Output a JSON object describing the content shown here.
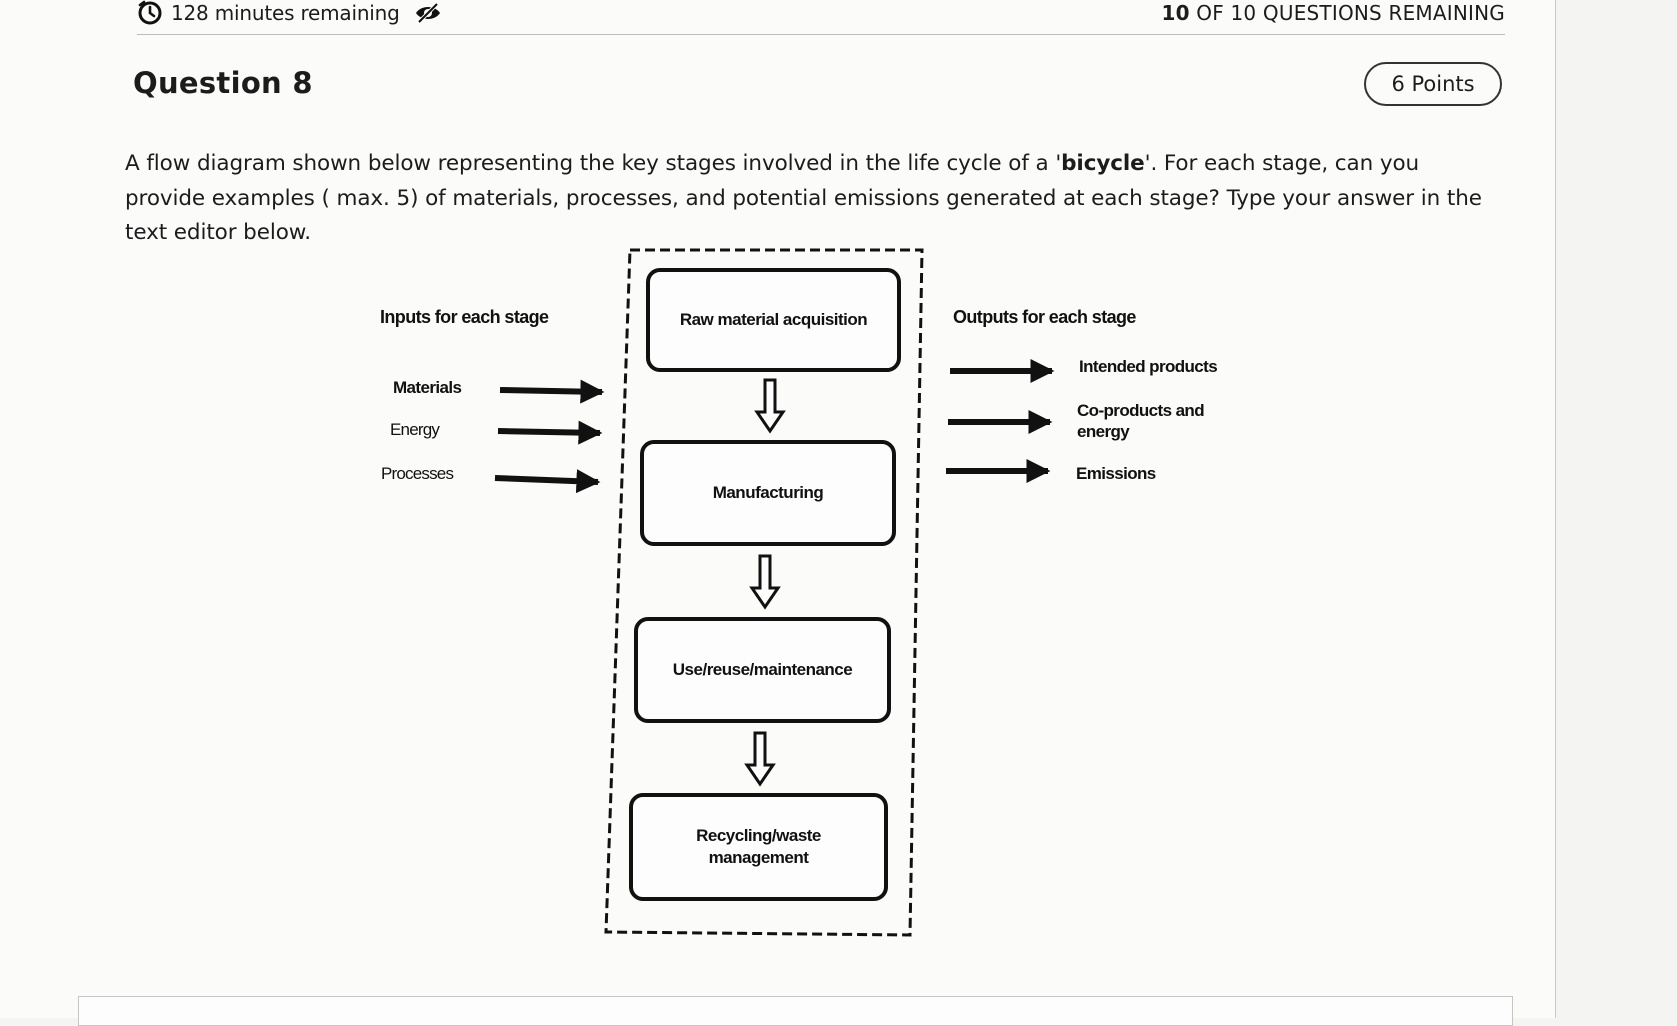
{
  "header": {
    "timer_text": "128 minutes remaining",
    "timer_icon": "timer-icon",
    "hide_icon": "eye-slash-icon",
    "remaining_current": "10",
    "remaining_rest": " OF 10 QUESTIONS REMAINING"
  },
  "question": {
    "title": "Question 8",
    "points": "6 Points",
    "prompt_part1": "A flow diagram shown below representing the key stages involved in the life cycle of a '",
    "prompt_bold": "bicycle",
    "prompt_part2": "'. For each stage, can you provide examples ( max. 5) of materials, processes, and potential emissions generated at each stage? Type your answer in the text editor below."
  },
  "diagram": {
    "inputs_heading": "Inputs for each stage",
    "inputs": [
      "Materials",
      "Energy",
      "Processes"
    ],
    "outputs_heading": "Outputs for each stage",
    "outputs": [
      "Intended products",
      "Co-products and energy",
      "Emissions"
    ],
    "stages": [
      "Raw material acquisition",
      "Manufacturing",
      "Use/reuse/maintenance",
      "Recycling/waste management"
    ]
  },
  "colors": {
    "page_background": "#fbfbfa",
    "text": "#1c1c1c",
    "diagram_ink": "#111111"
  }
}
